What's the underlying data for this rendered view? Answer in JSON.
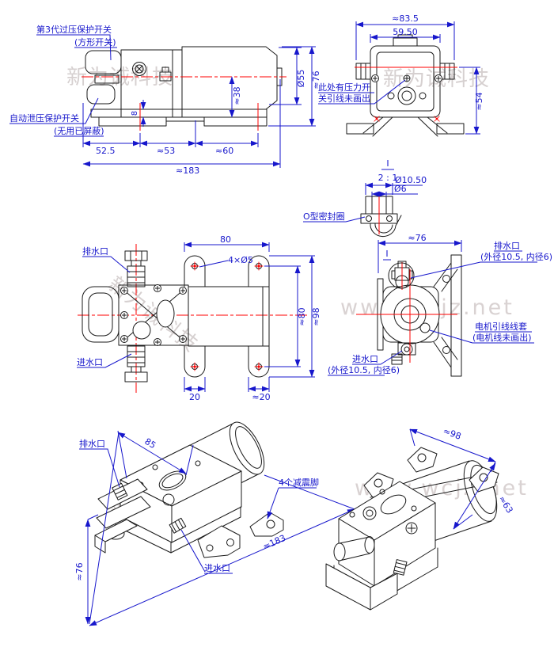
{
  "watermark": {
    "brand": "新为诚科技",
    "site": "www.wcjz.net"
  },
  "colors": {
    "dimension": "#1717cc",
    "outline": "#1a1a1a",
    "centerline": "#ff0000",
    "watermark": "#d9d2d2"
  },
  "side": {
    "label_switch": "第3代过压保护开关",
    "label_switch_sub": "(方形开关)",
    "label_relief": "自动泄压保护开关",
    "label_relief_sub": "(无用已屏蔽)",
    "dim_525": "52.5",
    "dim_53": "≈53",
    "dim_60": "≈60",
    "dim_183": "≈183",
    "dim_38": "≈38",
    "dim_d55": "Ø55",
    "dim_76": "≈76",
    "dim_8": "8"
  },
  "front": {
    "note_line1": "此处有压力开",
    "note_line2": "关引线未画出",
    "dim_835": "≈83.5",
    "dim_595": "59.50",
    "dim_54": "≈54"
  },
  "detail": {
    "id": "I",
    "scale": "2 : 1",
    "od": "Ø10.50",
    "bore": "Ø6",
    "oring": "O型密封圈"
  },
  "top": {
    "outlet": "排水口",
    "inlet": "进水口",
    "dim_80": "80",
    "dim_holes": "4×Ø5",
    "dim_a80": "≈80",
    "dim_a98": "≈98",
    "dim_20": "20",
    "dim_a20": "≈20"
  },
  "end": {
    "dim_76": "≈76",
    "detail_id": "I",
    "outlet": "排水口",
    "outlet_sub": "(外径10.5, 内径6)",
    "sleeve": "电机引线线套",
    "sleeve_sub": "(电机线未画出)",
    "inlet": "进水口",
    "inlet_sub": "(外径10.5, 内径6)"
  },
  "iso_left": {
    "outlet": "排水口",
    "inlet": "进水口",
    "feet": "4个减震脚",
    "dim_85": "85",
    "dim_183": "≈183",
    "dim_76": "≈76"
  },
  "iso_right": {
    "dim_98": "≈98",
    "dim_63": "≈63"
  }
}
